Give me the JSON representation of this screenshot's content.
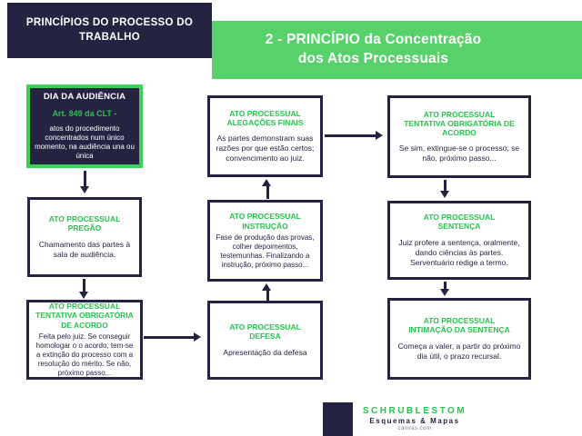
{
  "header": {
    "title": "PRINCÍPIOS DO PROCESSO DO TRABALHO"
  },
  "banner": {
    "line1": "2 - PRINCÍPIO da Concentração",
    "line2": "dos Atos Processuais"
  },
  "nodes": {
    "dia": {
      "title": "DIA DA AUDIÊNCIA",
      "article": "Art. 849 da CLT -",
      "body": "atos do procedimento concentrados num único momento, na audiência una ou única"
    },
    "pregao": {
      "kicker": "ATO PROCESSUAL",
      "title": "PREGÃO",
      "body": "Chamamento das partes à sala de audiência."
    },
    "tentativa1": {
      "kicker": "ATO PROCESSUAL",
      "title": "TENTATIVA OBRIGATÓRIA DE ACORDO",
      "body": "Feita pelo juiz. Se conseguir homologar o o acordo, tem-se a extinção do processo com a resolução do mérito. Se não, próximo passo..."
    },
    "defesa": {
      "kicker": "ATO PROCESSUAL",
      "title": "DEFESA",
      "body": "Apresentação da defesa"
    },
    "instrucao": {
      "kicker": "ATO PROCESSUAL",
      "title": "INSTRUÇÃO",
      "body": "Fase de produção das provas, colher depoimentos, testemunhas. Finalizando a instrução, próximo passo..."
    },
    "alegacoes": {
      "kicker": "ATO PROCESSUAL",
      "title": "ALEGAÇÕES FINAIS",
      "body": "As partes demonstram suas razões por que estão certos; convencimento ao juiz."
    },
    "tentativa2": {
      "kicker": "ATO PROCESSUAL",
      "title": "TENTATIVA OBRIGATÓRIA DE ACORDO",
      "body": "Se sim, extingue-se o processo; se não, próximo passo..."
    },
    "sentenca": {
      "kicker": "ATO PROCESSUAL",
      "title": "SENTENÇA",
      "body": "Juiz profere a sentença, oralmente, dando ciências às partes. Serventuário redige a termo."
    },
    "intimacao": {
      "kicker": "ATO PROCESSUAL",
      "title": "INTIMAÇÃO DA SENTENÇA",
      "body": "Começa a valer, a partir do próximo dia útil, o prazo recursal."
    }
  },
  "footer": {
    "brand": "SCHRUBLESTOM",
    "tagline": "Esquemas & Mapas",
    "site": "canvas.com"
  },
  "colors": {
    "navy": "#242442",
    "banner_green": "#57D16A",
    "border_green": "#3BD152",
    "text_green": "#29C14E",
    "site_gray": "#77778C"
  }
}
